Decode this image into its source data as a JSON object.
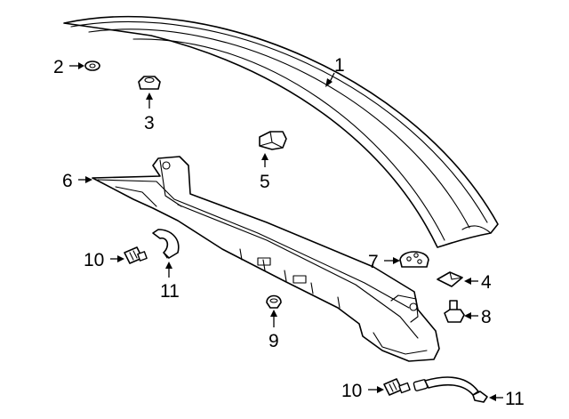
{
  "callouts": [
    {
      "id": "c1",
      "number": "1",
      "part": "spoiler"
    },
    {
      "id": "c2",
      "number": "2",
      "part": "washer"
    },
    {
      "id": "c3",
      "number": "3",
      "part": "nut"
    },
    {
      "id": "c4",
      "number": "4",
      "part": "pad"
    },
    {
      "id": "c5",
      "number": "5",
      "part": "clip"
    },
    {
      "id": "c6",
      "number": "6",
      "part": "bracket"
    },
    {
      "id": "c7",
      "number": "7",
      "part": "grommet"
    },
    {
      "id": "c8",
      "number": "8",
      "part": "bolt"
    },
    {
      "id": "c9",
      "number": "9",
      "part": "plug"
    },
    {
      "id": "c10a",
      "number": "10",
      "part": "nozzle"
    },
    {
      "id": "c11a",
      "number": "11",
      "part": "hose"
    },
    {
      "id": "c10b",
      "number": "10",
      "part": "nozzle"
    },
    {
      "id": "c11b",
      "number": "11",
      "part": "hose"
    }
  ]
}
